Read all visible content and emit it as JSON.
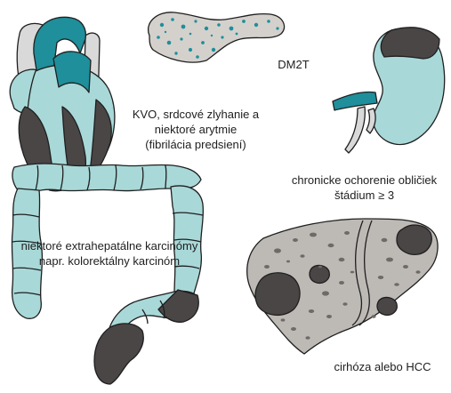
{
  "colors": {
    "teal": "#1e8f9b",
    "light_blue": "#a9d8d8",
    "dark_gray": "#4a4646",
    "liver_gray": "#bdbab6",
    "light_gray": "#d9d9d9",
    "outline": "#1f1f1f"
  },
  "labels": {
    "pancreas": {
      "line1": "DM2T"
    },
    "heart": {
      "line1": "KVO, srdcové zlyhanie a",
      "line2": "niektoré arytmie",
      "line3": "(fibrilácia predsiení)"
    },
    "kidney": {
      "line1": "chronicke ochorenie obličiek",
      "line2": "štádium ≥ 3"
    },
    "colon": {
      "line1": "niektoré extrahepatálne karcinómy",
      "line2": "napr. kolorektálny karcinóm"
    },
    "liver": {
      "line1": "cirhóza alebo HCC"
    }
  },
  "organs": {
    "heart": "heart-illustration",
    "pancreas": "pancreas-illustration",
    "kidney": "kidney-illustration",
    "colon": "colon-illustration",
    "liver": "liver-illustration"
  }
}
